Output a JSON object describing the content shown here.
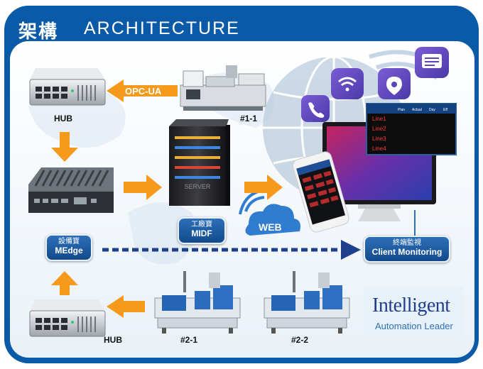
{
  "title": {
    "zh": "架構",
    "en": "ARCHITECTURE"
  },
  "labels": {
    "hub_top": "HUB",
    "hub_bottom": "HUB",
    "machine_1_1": "#1-1",
    "machine_2_1": "#2-1",
    "machine_2_2": "#2-2",
    "opc": "OPC-UA",
    "web": "WEB",
    "server_brand": "SERVER"
  },
  "midf": {
    "zh": "工廠寶",
    "en": "MIDF"
  },
  "medge": {
    "zh": "設備寶",
    "en": "MEdge"
  },
  "client": {
    "zh": "終端監視",
    "en": "Client Monitoring"
  },
  "logo": {
    "main": "Intelligent",
    "tagline": "Automation Leader"
  },
  "monitor_table": {
    "headers": [
      "Plan",
      "Actual",
      "Day",
      "Eff"
    ],
    "rows": [
      "Line1",
      "Line2",
      "Line3",
      "Line4"
    ]
  },
  "colors": {
    "frame": "#0a5aa8",
    "arrow": "#f59a1c",
    "pill": "#1b5da3",
    "bus": "#1d3f8c"
  }
}
